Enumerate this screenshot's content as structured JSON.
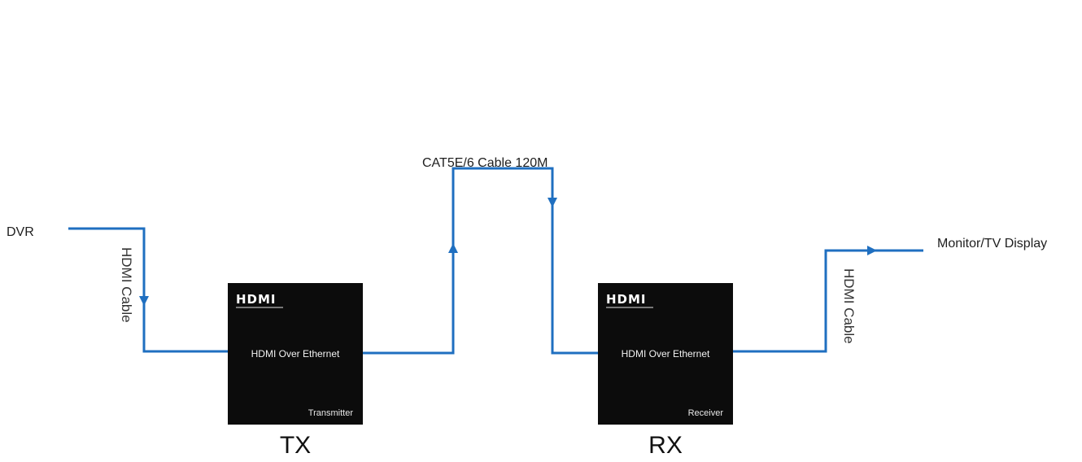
{
  "source_label": "DVR",
  "display_label": "Monitor/TV Display",
  "network_cable_label": "CAT5E/6 Cable 120M",
  "hdmi_cable_left": "HDMI Cable",
  "hdmi_cable_right": "HDMI Cable",
  "transmitter": {
    "logo": "HDMI",
    "title": "HDMI Over Ethernet",
    "role": "Transmitter",
    "short": "TX"
  },
  "receiver": {
    "logo": "HDMI",
    "title": "HDMI Over Ethernet",
    "role": "Receiver",
    "short": "RX"
  },
  "line_color": "#1f6fc0"
}
